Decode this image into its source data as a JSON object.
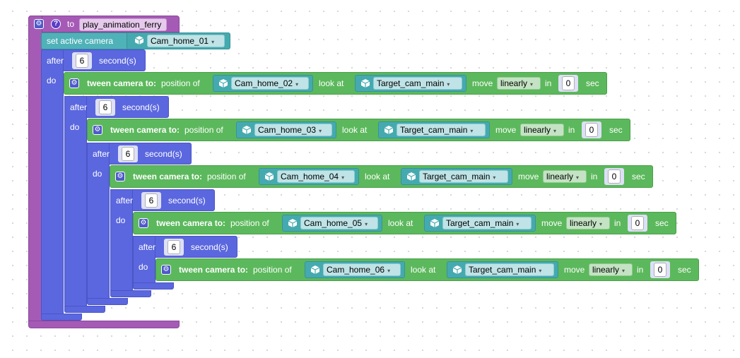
{
  "procedure": {
    "keyword": "to",
    "name": "play_animation_ferry"
  },
  "set_camera": {
    "label": "set active camera",
    "camera": "Cam_home_01"
  },
  "wait_blocks": [
    {
      "after": "after",
      "seconds_value": "6",
      "seconds_label": "second(s)",
      "do": "do"
    },
    {
      "after": "after",
      "seconds_value": "6",
      "seconds_label": "second(s)",
      "do": "do"
    },
    {
      "after": "after",
      "seconds_value": "6",
      "seconds_label": "second(s)",
      "do": "do"
    },
    {
      "after": "after",
      "seconds_value": "6",
      "seconds_label": "second(s)",
      "do": "do"
    },
    {
      "after": "after",
      "seconds_value": "6",
      "seconds_label": "second(s)",
      "do": "do"
    }
  ],
  "tweens": [
    {
      "label": "tween camera to:",
      "position_label": "position of",
      "position": "Cam_home_02",
      "lookat_label": "look at",
      "target": "Target_cam_main",
      "move_label": "move",
      "easing": "linearly",
      "in_label": "in",
      "duration": "0",
      "sec_label": "sec"
    },
    {
      "label": "tween camera to:",
      "position_label": "position of",
      "position": "Cam_home_03",
      "lookat_label": "look at",
      "target": "Target_cam_main",
      "move_label": "move",
      "easing": "linearly",
      "in_label": "in",
      "duration": "0",
      "sec_label": "sec"
    },
    {
      "label": "tween camera to:",
      "position_label": "position of",
      "position": "Cam_home_04",
      "lookat_label": "look at",
      "target": "Target_cam_main",
      "move_label": "move",
      "easing": "linearly",
      "in_label": "in",
      "duration": "0",
      "sec_label": "sec"
    },
    {
      "label": "tween camera to:",
      "position_label": "position of",
      "position": "Cam_home_05",
      "lookat_label": "look at",
      "target": "Target_cam_main",
      "move_label": "move",
      "easing": "linearly",
      "in_label": "in",
      "duration": "0",
      "sec_label": "sec"
    },
    {
      "label": "tween camera to:",
      "position_label": "position of",
      "position": "Cam_home_06",
      "lookat_label": "look at",
      "target": "Target_cam_main",
      "move_label": "move",
      "easing": "linearly",
      "in_label": "in",
      "duration": "0",
      "sec_label": "sec"
    }
  ],
  "colors": {
    "procedure": "#a55bb5",
    "control": "#5b67de",
    "action": "#5cb85c",
    "object": "#45aab0"
  },
  "icons": [
    "gear-icon",
    "help-icon",
    "cube-icon",
    "dropdown-arrow-icon"
  ]
}
